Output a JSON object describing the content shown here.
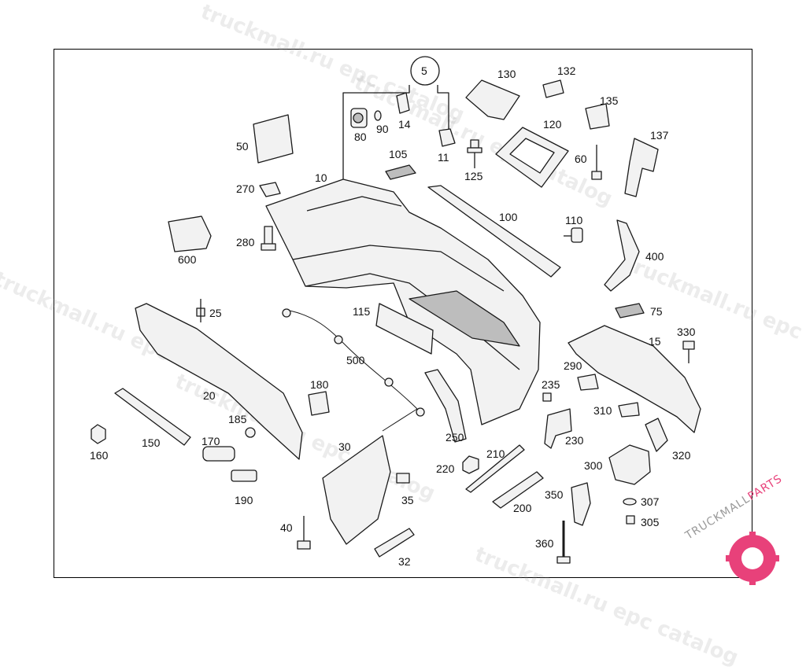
{
  "watermark": {
    "text_a": "truckmall.ru epc catalog",
    "text_b": "truckmall.ru epc catalog"
  },
  "labels": [
    "5",
    "130",
    "132",
    "135",
    "137",
    "120",
    "80",
    "90",
    "14",
    "11",
    "105",
    "125",
    "60",
    "50",
    "270",
    "10",
    "100",
    "110",
    "400",
    "600",
    "280",
    "75",
    "25",
    "115",
    "330",
    "15",
    "500",
    "290",
    "235",
    "20",
    "180",
    "185",
    "310",
    "230",
    "250",
    "160",
    "150",
    "170",
    "210",
    "220",
    "30",
    "300",
    "320",
    "190",
    "35",
    "350",
    "307",
    "200",
    "305",
    "40",
    "360",
    "32"
  ],
  "logo": {
    "text_main": "TRUCKMALL",
    "text_accent": "PARTS",
    "color_main": "#9a9a9a",
    "color_accent": "#e8417a"
  },
  "colors": {
    "line": "#1a1a1a",
    "fill": "#f2f2f2",
    "shade": "#bdbdbd"
  }
}
